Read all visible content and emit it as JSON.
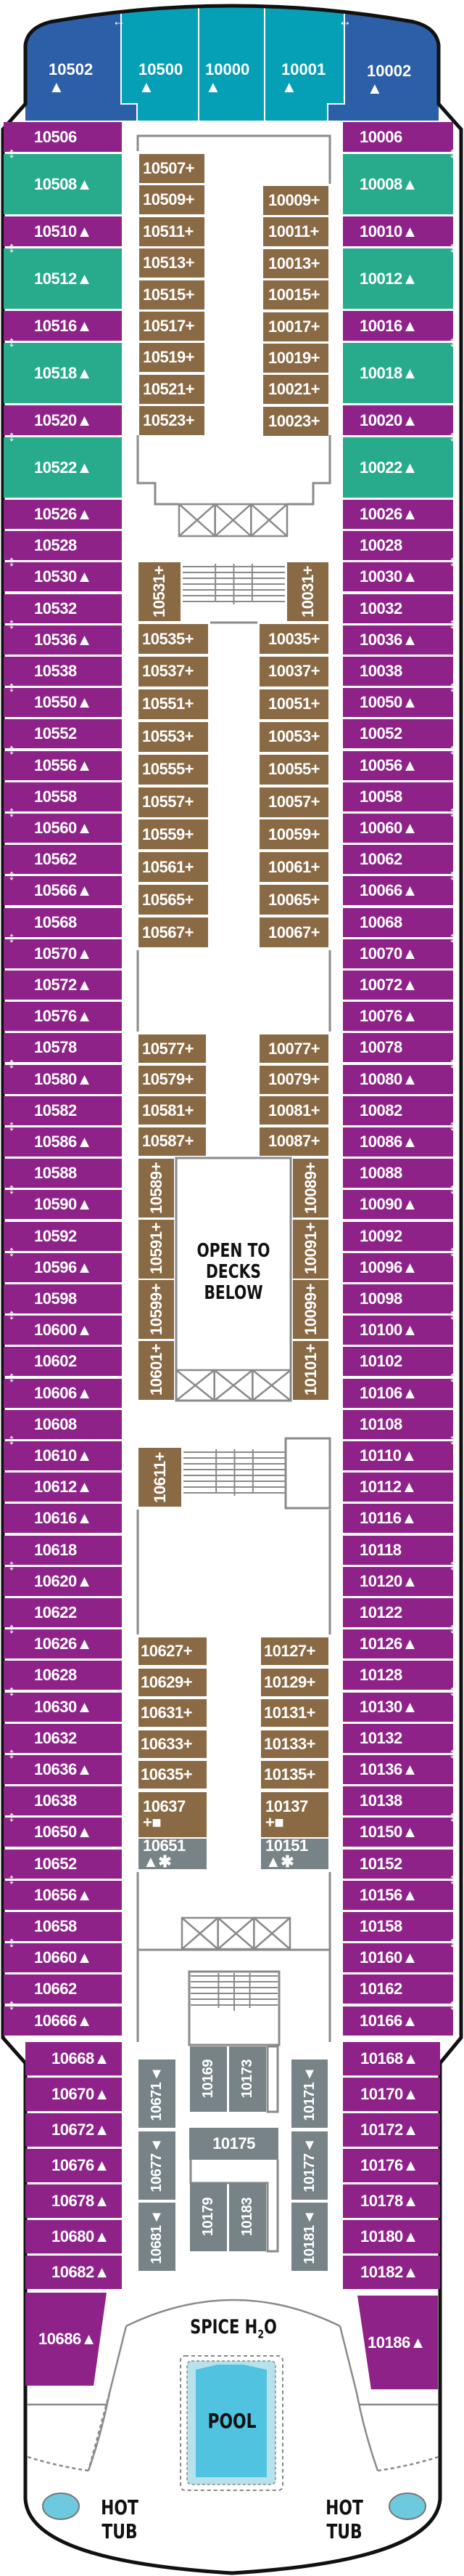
{
  "colors": {
    "p": "#8e2289",
    "g": "#27ab8c",
    "blue": "#2b5fa8",
    "teal": "#05a0b5",
    "b": "#8a6a45",
    "gy": "#788387",
    "pool": "#4fc3e0",
    "pool_edge": "#b7e1eb",
    "tub": "#6cc9de",
    "hull": "#111111",
    "line": "#8a8a8a"
  },
  "forward": [
    {
      "n": "10502",
      "s": "▲"
    },
    {
      "n": "10500",
      "s": "▲"
    },
    {
      "n": "10000",
      "s": "▲"
    },
    {
      "n": "10001",
      "s": "▲"
    },
    {
      "n": "10002",
      "s": "▲"
    }
  ],
  "port": [
    {
      "n": "10506",
      "t": "p",
      "pair": true
    },
    {
      "n": "10508▲",
      "t": "g"
    },
    {
      "n": "10510▲",
      "t": "p",
      "pair": true
    },
    {
      "n": "10512▲",
      "t": "g"
    },
    {
      "n": "10516▲",
      "t": "p",
      "pair": true
    },
    {
      "n": "10518▲",
      "t": "g"
    },
    {
      "n": "10520▲",
      "t": "p",
      "pair": true
    },
    {
      "n": "10522▲",
      "t": "g"
    },
    {
      "n": "10526▲",
      "t": "p"
    },
    {
      "n": "10528",
      "t": "p",
      "pair": true
    },
    {
      "n": "10530▲",
      "t": "p"
    },
    {
      "n": "10532",
      "t": "p",
      "pair": true
    },
    {
      "n": "10536▲",
      "t": "p"
    },
    {
      "n": "10538",
      "t": "p",
      "pair": true
    },
    {
      "n": "10550▲",
      "t": "p"
    },
    {
      "n": "10552",
      "t": "p",
      "pair": true
    },
    {
      "n": "10556▲",
      "t": "p"
    },
    {
      "n": "10558",
      "t": "p",
      "pair": true
    },
    {
      "n": "10560▲",
      "t": "p"
    },
    {
      "n": "10562",
      "t": "p",
      "pair": true
    },
    {
      "n": "10566▲",
      "t": "p"
    },
    {
      "n": "10568",
      "t": "p",
      "pair": true
    },
    {
      "n": "10570▲",
      "t": "p"
    },
    {
      "n": "10572▲",
      "t": "p"
    },
    {
      "n": "10576▲",
      "t": "p"
    },
    {
      "n": "10578",
      "t": "p",
      "pair": true
    },
    {
      "n": "10580▲",
      "t": "p"
    },
    {
      "n": "10582",
      "t": "p",
      "pair": true
    },
    {
      "n": "10586▲",
      "t": "p"
    },
    {
      "n": "10588",
      "t": "p",
      "pair": true
    },
    {
      "n": "10590▲",
      "t": "p"
    },
    {
      "n": "10592",
      "t": "p",
      "pair": true
    },
    {
      "n": "10596▲",
      "t": "p"
    },
    {
      "n": "10598",
      "t": "p",
      "pair": true
    },
    {
      "n": "10600▲",
      "t": "p"
    },
    {
      "n": "10602",
      "t": "p",
      "pair": true
    },
    {
      "n": "10606▲",
      "t": "p"
    },
    {
      "n": "10608",
      "t": "p",
      "pair": true
    },
    {
      "n": "10610▲",
      "t": "p"
    },
    {
      "n": "10612▲",
      "t": "p"
    },
    {
      "n": "10616▲",
      "t": "p"
    },
    {
      "n": "10618",
      "t": "p",
      "pair": true
    },
    {
      "n": "10620▲",
      "t": "p"
    },
    {
      "n": "10622",
      "t": "p",
      "pair": true
    },
    {
      "n": "10626▲",
      "t": "p"
    },
    {
      "n": "10628",
      "t": "p",
      "pair": true
    },
    {
      "n": "10630▲",
      "t": "p"
    },
    {
      "n": "10632",
      "t": "p",
      "pair": true
    },
    {
      "n": "10636▲",
      "t": "p"
    },
    {
      "n": "10638",
      "t": "p",
      "pair": true
    },
    {
      "n": "10650▲",
      "t": "p"
    },
    {
      "n": "10652",
      "t": "p",
      "pair": true
    },
    {
      "n": "10656▲",
      "t": "p"
    },
    {
      "n": "10658",
      "t": "p",
      "pair": true
    },
    {
      "n": "10660▲",
      "t": "p"
    },
    {
      "n": "10662",
      "t": "p",
      "pair": true
    },
    {
      "n": "10666▲",
      "t": "p"
    }
  ],
  "starboard": [
    {
      "n": "10006",
      "t": "p",
      "pair": true
    },
    {
      "n": "10008▲",
      "t": "g"
    },
    {
      "n": "10010▲",
      "t": "p",
      "pair": true
    },
    {
      "n": "10012▲",
      "t": "g"
    },
    {
      "n": "10016▲",
      "t": "p",
      "pair": true
    },
    {
      "n": "10018▲",
      "t": "g"
    },
    {
      "n": "10020▲",
      "t": "p",
      "pair": true
    },
    {
      "n": "10022▲",
      "t": "g"
    },
    {
      "n": "10026▲",
      "t": "p"
    },
    {
      "n": "10028",
      "t": "p",
      "pair": true
    },
    {
      "n": "10030▲",
      "t": "p"
    },
    {
      "n": "10032",
      "t": "p",
      "pair": true
    },
    {
      "n": "10036▲",
      "t": "p"
    },
    {
      "n": "10038",
      "t": "p",
      "pair": true
    },
    {
      "n": "10050▲",
      "t": "p"
    },
    {
      "n": "10052",
      "t": "p",
      "pair": true
    },
    {
      "n": "10056▲",
      "t": "p"
    },
    {
      "n": "10058",
      "t": "p",
      "pair": true
    },
    {
      "n": "10060▲",
      "t": "p"
    },
    {
      "n": "10062",
      "t": "p",
      "pair": true
    },
    {
      "n": "10066▲",
      "t": "p"
    },
    {
      "n": "10068",
      "t": "p",
      "pair": true
    },
    {
      "n": "10070▲",
      "t": "p"
    },
    {
      "n": "10072▲",
      "t": "p"
    },
    {
      "n": "10076▲",
      "t": "p"
    },
    {
      "n": "10078",
      "t": "p",
      "pair": true
    },
    {
      "n": "10080▲",
      "t": "p"
    },
    {
      "n": "10082",
      "t": "p",
      "pair": true
    },
    {
      "n": "10086▲",
      "t": "p"
    },
    {
      "n": "10088",
      "t": "p",
      "pair": true
    },
    {
      "n": "10090▲",
      "t": "p"
    },
    {
      "n": "10092",
      "t": "p",
      "pair": true
    },
    {
      "n": "10096▲",
      "t": "p"
    },
    {
      "n": "10098",
      "t": "p",
      "pair": true
    },
    {
      "n": "10100▲",
      "t": "p"
    },
    {
      "n": "10102",
      "t": "p",
      "pair": true
    },
    {
      "n": "10106▲",
      "t": "p"
    },
    {
      "n": "10108",
      "t": "p",
      "pair": true
    },
    {
      "n": "10110▲",
      "t": "p"
    },
    {
      "n": "10112▲",
      "t": "p"
    },
    {
      "n": "10116▲",
      "t": "p"
    },
    {
      "n": "10118",
      "t": "p",
      "pair": true
    },
    {
      "n": "10120▲",
      "t": "p"
    },
    {
      "n": "10122",
      "t": "p",
      "pair": true
    },
    {
      "n": "10126▲",
      "t": "p"
    },
    {
      "n": "10128",
      "t": "p",
      "pair": true
    },
    {
      "n": "10130▲",
      "t": "p"
    },
    {
      "n": "10132",
      "t": "p",
      "pair": true
    },
    {
      "n": "10136▲",
      "t": "p"
    },
    {
      "n": "10138",
      "t": "p",
      "pair": true
    },
    {
      "n": "10150▲",
      "t": "p"
    },
    {
      "n": "10152",
      "t": "p",
      "pair": true
    },
    {
      "n": "10156▲",
      "t": "p"
    },
    {
      "n": "10158",
      "t": "p",
      "pair": true
    },
    {
      "n": "10160▲",
      "t": "p"
    },
    {
      "n": "10162",
      "t": "p",
      "pair": true
    },
    {
      "n": "10166▲",
      "t": "p"
    }
  ],
  "aft_port": [
    "10668▲",
    "10670▲",
    "10672▲",
    "10676▲",
    "10678▲",
    "10680▲",
    "10682▲",
    "10686▲"
  ],
  "aft_starboard": [
    "10168▲",
    "10170▲",
    "10172▲",
    "10176▲",
    "10178▲",
    "10180▲",
    "10182▲",
    "10186▲"
  ],
  "inside": {
    "fwd_port": [
      "10507+",
      "10509+",
      "10511+",
      "10513+",
      "10515+",
      "10517+",
      "10519+",
      "10521+",
      "10523+"
    ],
    "fwd_stbd": [
      "10009+",
      "10011+",
      "10013+",
      "10015+",
      "10017+",
      "10019+",
      "10021+",
      "10023+"
    ],
    "stair_port": "10531+",
    "stair_stbd": "10031+",
    "mid_port": [
      "10535+",
      "10537+",
      "10551+",
      "10553+",
      "10555+",
      "10557+",
      "10559+",
      "10561+",
      "10565+",
      "10567+"
    ],
    "mid_stbd": [
      "10035+",
      "10037+",
      "10051+",
      "10053+",
      "10055+",
      "10057+",
      "10059+",
      "10061+",
      "10065+",
      "10067+"
    ],
    "atrium_port": [
      "10577+",
      "10579+",
      "10581+",
      "10587+"
    ],
    "atrium_stbd": [
      "10077+",
      "10079+",
      "10081+",
      "10087+"
    ],
    "vert_port": [
      "10589+",
      "10591+",
      "10599+",
      "10601+"
    ],
    "vert_stbd": [
      "10089+",
      "10091+",
      "10099+",
      "10101+"
    ],
    "stair2_port": "10611+",
    "aft_port": [
      "10627+",
      "10629+",
      "10631+",
      "10633+",
      "10635+"
    ],
    "aft_stbd": [
      "10127+",
      "10129+",
      "10131+",
      "10133+",
      "10135+"
    ],
    "special_port": {
      "n": "10637",
      "s": "+■"
    },
    "special_stbd": {
      "n": "10137",
      "s": "+■"
    },
    "access_port": {
      "n": "10651",
      "s": "▲✱"
    },
    "access_stbd": {
      "n": "10151",
      "s": "▲✱"
    }
  },
  "aft_gray": {
    "port_vert": [
      "10671▲",
      "10677▲",
      "10681▲"
    ],
    "stbd_vert": [
      "10171▲",
      "10177▲",
      "10181▲"
    ],
    "top": [
      "10169",
      "10173"
    ],
    "middle": "10175",
    "bottom": [
      "10179",
      "10183"
    ]
  },
  "labels": {
    "atrium": [
      "OPEN TO",
      "DECKS",
      "BELOW"
    ],
    "venue": "SPICE H",
    "venue_sub": "2",
    "venue_end": "O",
    "pool": "POOL",
    "hot_tub_left": "HOT TUB",
    "hot_tub_right": "HOT TUB"
  },
  "icons": {
    "connecting": "↕",
    "forward_connect": "↔"
  }
}
